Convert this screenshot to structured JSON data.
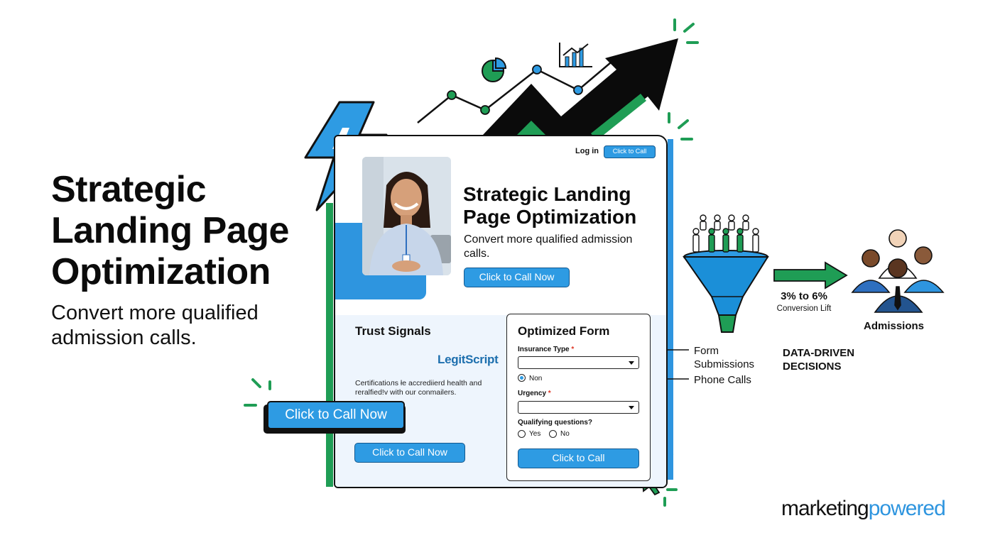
{
  "hero": {
    "title": "Strategic Landing Page Optimization",
    "subtitle": "Convert more qualified admission calls."
  },
  "mockup": {
    "nav": {
      "login": "Log in",
      "call_button": "Click to Call"
    },
    "title": "Strategic Landing Page Optimization",
    "subtitle": "Convert more qualified admission calls.",
    "cta": "Click to Call Now",
    "trust": {
      "title": "Trust Signals",
      "logo_text": "LegitScript",
      "description": "Certificatioлs łe accrediierd health and reralfied!v with our conmailers.",
      "cta": "Click to Call Now"
    },
    "floating_cta": "Click to Call Now",
    "form": {
      "title": "Optimized Form",
      "insurance_label": "Insurance Type",
      "insurance_value": "",
      "radio_non_label": "Non",
      "urgency_label": "Urgency",
      "urgency_value": "",
      "qualifying_label": "Qualifying questions?",
      "yes_label": "Yes",
      "no_label": "No",
      "submit": "Click to Call",
      "required_mark": "*"
    }
  },
  "annotations": {
    "form_submissions": "Form Submissions",
    "phone_calls": "Phone Calls",
    "lift": "3% to 6%",
    "lift_sub": "Conversion Lift",
    "admissions": "Admissions",
    "data_driven": "DATA-DRIVEN DECISIONS"
  },
  "brand": {
    "part1": "marketing",
    "part2": "powered"
  },
  "colors": {
    "accent_blue": "#2e9be3",
    "deep_blue": "#13588f",
    "green": "#1f9d55",
    "dark": "#0b0b0b"
  },
  "icons": [
    "lightning-bolt-icon",
    "pie-chart-icon",
    "bar-chart-icon",
    "trend-arrow-icon",
    "funnel-icon",
    "people-icon",
    "right-arrow-icon",
    "cursor-icon",
    "spark-icon"
  ]
}
